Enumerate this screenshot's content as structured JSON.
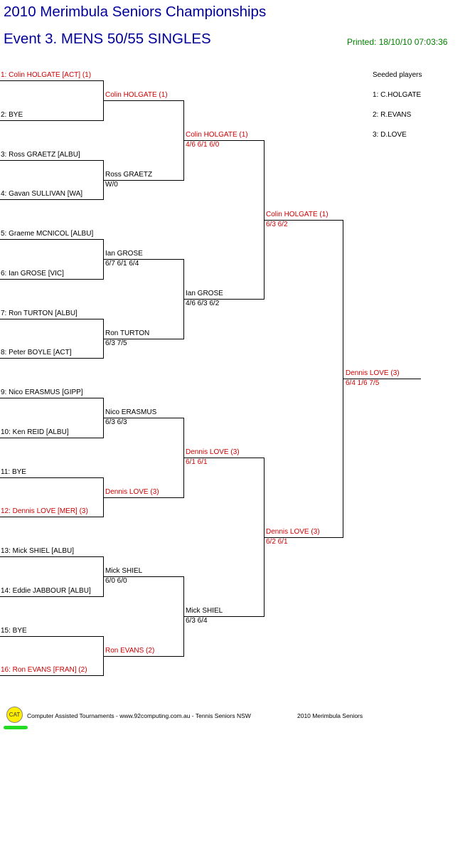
{
  "header": {
    "title": "2010 Merimbula Seniors Championships",
    "event": "Event 3. MENS 50/55 SINGLES",
    "printed": "Printed: 18/10/10 07:03:36"
  },
  "seeds": {
    "heading": "Seeded players",
    "list": [
      "1: C.HOLGATE",
      "2: R.EVANS",
      "3: D.LOVE"
    ]
  },
  "draw": [
    {
      "label": "1: Colin HOLGATE [ACT] (1)",
      "seeded": true
    },
    {
      "label": "2: BYE",
      "seeded": false
    },
    {
      "label": "3: Ross GRAETZ [ALBU]",
      "seeded": false
    },
    {
      "label": "4: Gavan SULLIVAN [WA]",
      "seeded": false
    },
    {
      "label": "5: Graeme MCNICOL [ALBU]",
      "seeded": false
    },
    {
      "label": "6: Ian GROSE [VIC]",
      "seeded": false
    },
    {
      "label": "7: Ron TURTON [ALBU]",
      "seeded": false
    },
    {
      "label": "8: Peter BOYLE [ACT]",
      "seeded": false
    },
    {
      "label": "9: Nico ERASMUS [GIPP]",
      "seeded": false
    },
    {
      "label": "10: Ken REID [ALBU]",
      "seeded": false
    },
    {
      "label": "11: BYE",
      "seeded": false
    },
    {
      "label": "12: Dennis LOVE [MER] (3)",
      "seeded": true
    },
    {
      "label": "13: Mick SHIEL [ALBU]",
      "seeded": false
    },
    {
      "label": "14: Eddie JABBOUR [ALBU]",
      "seeded": false
    },
    {
      "label": "15: BYE",
      "seeded": false
    },
    {
      "label": "16: Ron EVANS [FRAN] (2)",
      "seeded": true
    }
  ],
  "rounds": [
    [
      {
        "winner": "Colin HOLGATE (1)",
        "score": "",
        "seeded": true
      },
      {
        "winner": "Ross GRAETZ",
        "score": "W/0",
        "seeded": false
      },
      {
        "winner": "Ian GROSE",
        "score": "6/7 6/1 6/4",
        "seeded": false
      },
      {
        "winner": "Ron TURTON",
        "score": "6/3 7/5",
        "seeded": false
      },
      {
        "winner": "Nico ERASMUS",
        "score": "6/3 6/3",
        "seeded": false
      },
      {
        "winner": "Dennis LOVE (3)",
        "score": "",
        "seeded": true
      },
      {
        "winner": "Mick SHIEL",
        "score": "6/0 6/0",
        "seeded": false
      },
      {
        "winner": "Ron EVANS (2)",
        "score": "",
        "seeded": true
      }
    ],
    [
      {
        "winner": "Colin HOLGATE (1)",
        "score": "4/6 6/1 6/0",
        "seeded": true
      },
      {
        "winner": "Ian GROSE",
        "score": "4/6 6/3 6/2",
        "seeded": false
      },
      {
        "winner": "Dennis LOVE (3)",
        "score": "6/1 6/1",
        "seeded": true
      },
      {
        "winner": "Mick SHIEL",
        "score": "6/3 6/4",
        "seeded": false
      }
    ],
    [
      {
        "winner": "Colin HOLGATE (1)",
        "score": "6/3 6/2",
        "seeded": true
      },
      {
        "winner": "Dennis LOVE (3)",
        "score": "6/2 6/1",
        "seeded": true
      }
    ],
    [
      {
        "winner": "Dennis LOVE (3)",
        "score": "6/4 1/6 7/5",
        "seeded": true
      }
    ]
  ],
  "footer": {
    "cat_label": "CAT",
    "credit": "Computer Assisted Tournaments - www.92computing.com.au -  Tennis Seniors NSW",
    "event_name": "2010 Merimbula Seniors"
  },
  "colors": {
    "title": "#000099",
    "printed": "#008000",
    "seeded": "#cc0000",
    "lines": "#000000"
  }
}
